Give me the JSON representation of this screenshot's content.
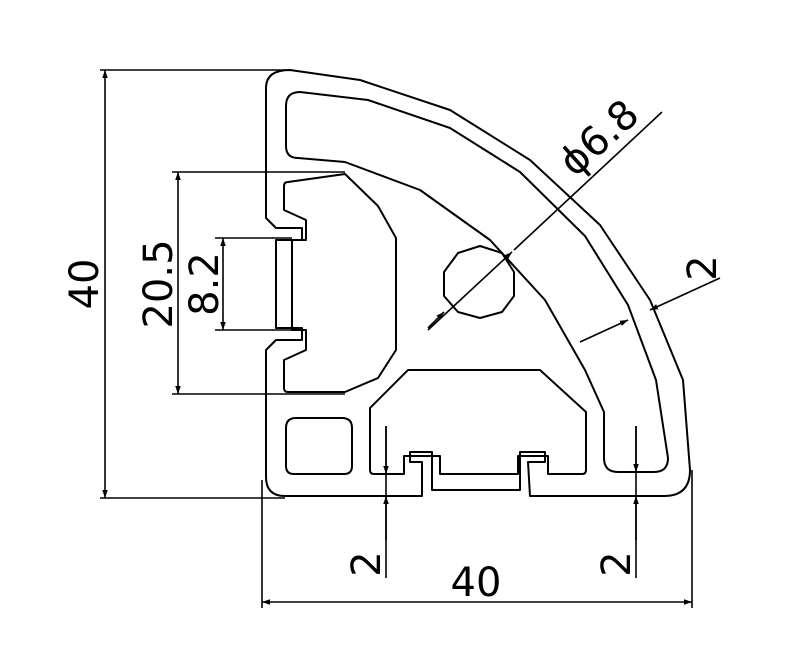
{
  "dimensions": {
    "height_total": "40",
    "width_total": "40",
    "slot_outer": "20.5",
    "slot_opening": "8.2",
    "hole_diameter": "ϕ6.8",
    "wall_thickness_arc": "2",
    "wall_thickness_bottom_left": "2",
    "wall_thickness_bottom_right": "2"
  }
}
